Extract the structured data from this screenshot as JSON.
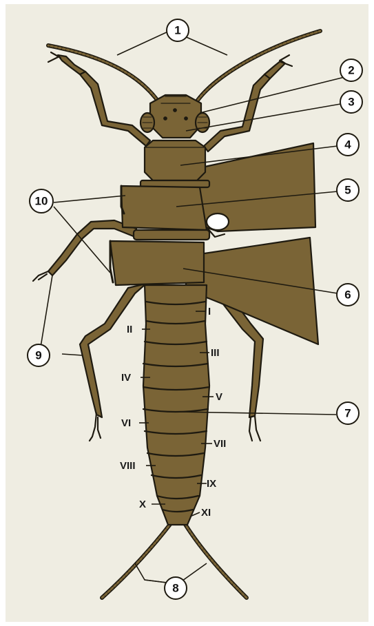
{
  "colors": {
    "background": "#efede2",
    "body_fill": "#7a6436",
    "outline": "#1e1a10",
    "callout_fill": "#ffffff"
  },
  "callouts": [
    "1",
    "2",
    "3",
    "4",
    "5",
    "6",
    "7",
    "8",
    "9",
    "10"
  ],
  "segments": [
    "I",
    "II",
    "III",
    "IV",
    "V",
    "VI",
    "VII",
    "VIII",
    "IX",
    "X",
    "XI"
  ]
}
